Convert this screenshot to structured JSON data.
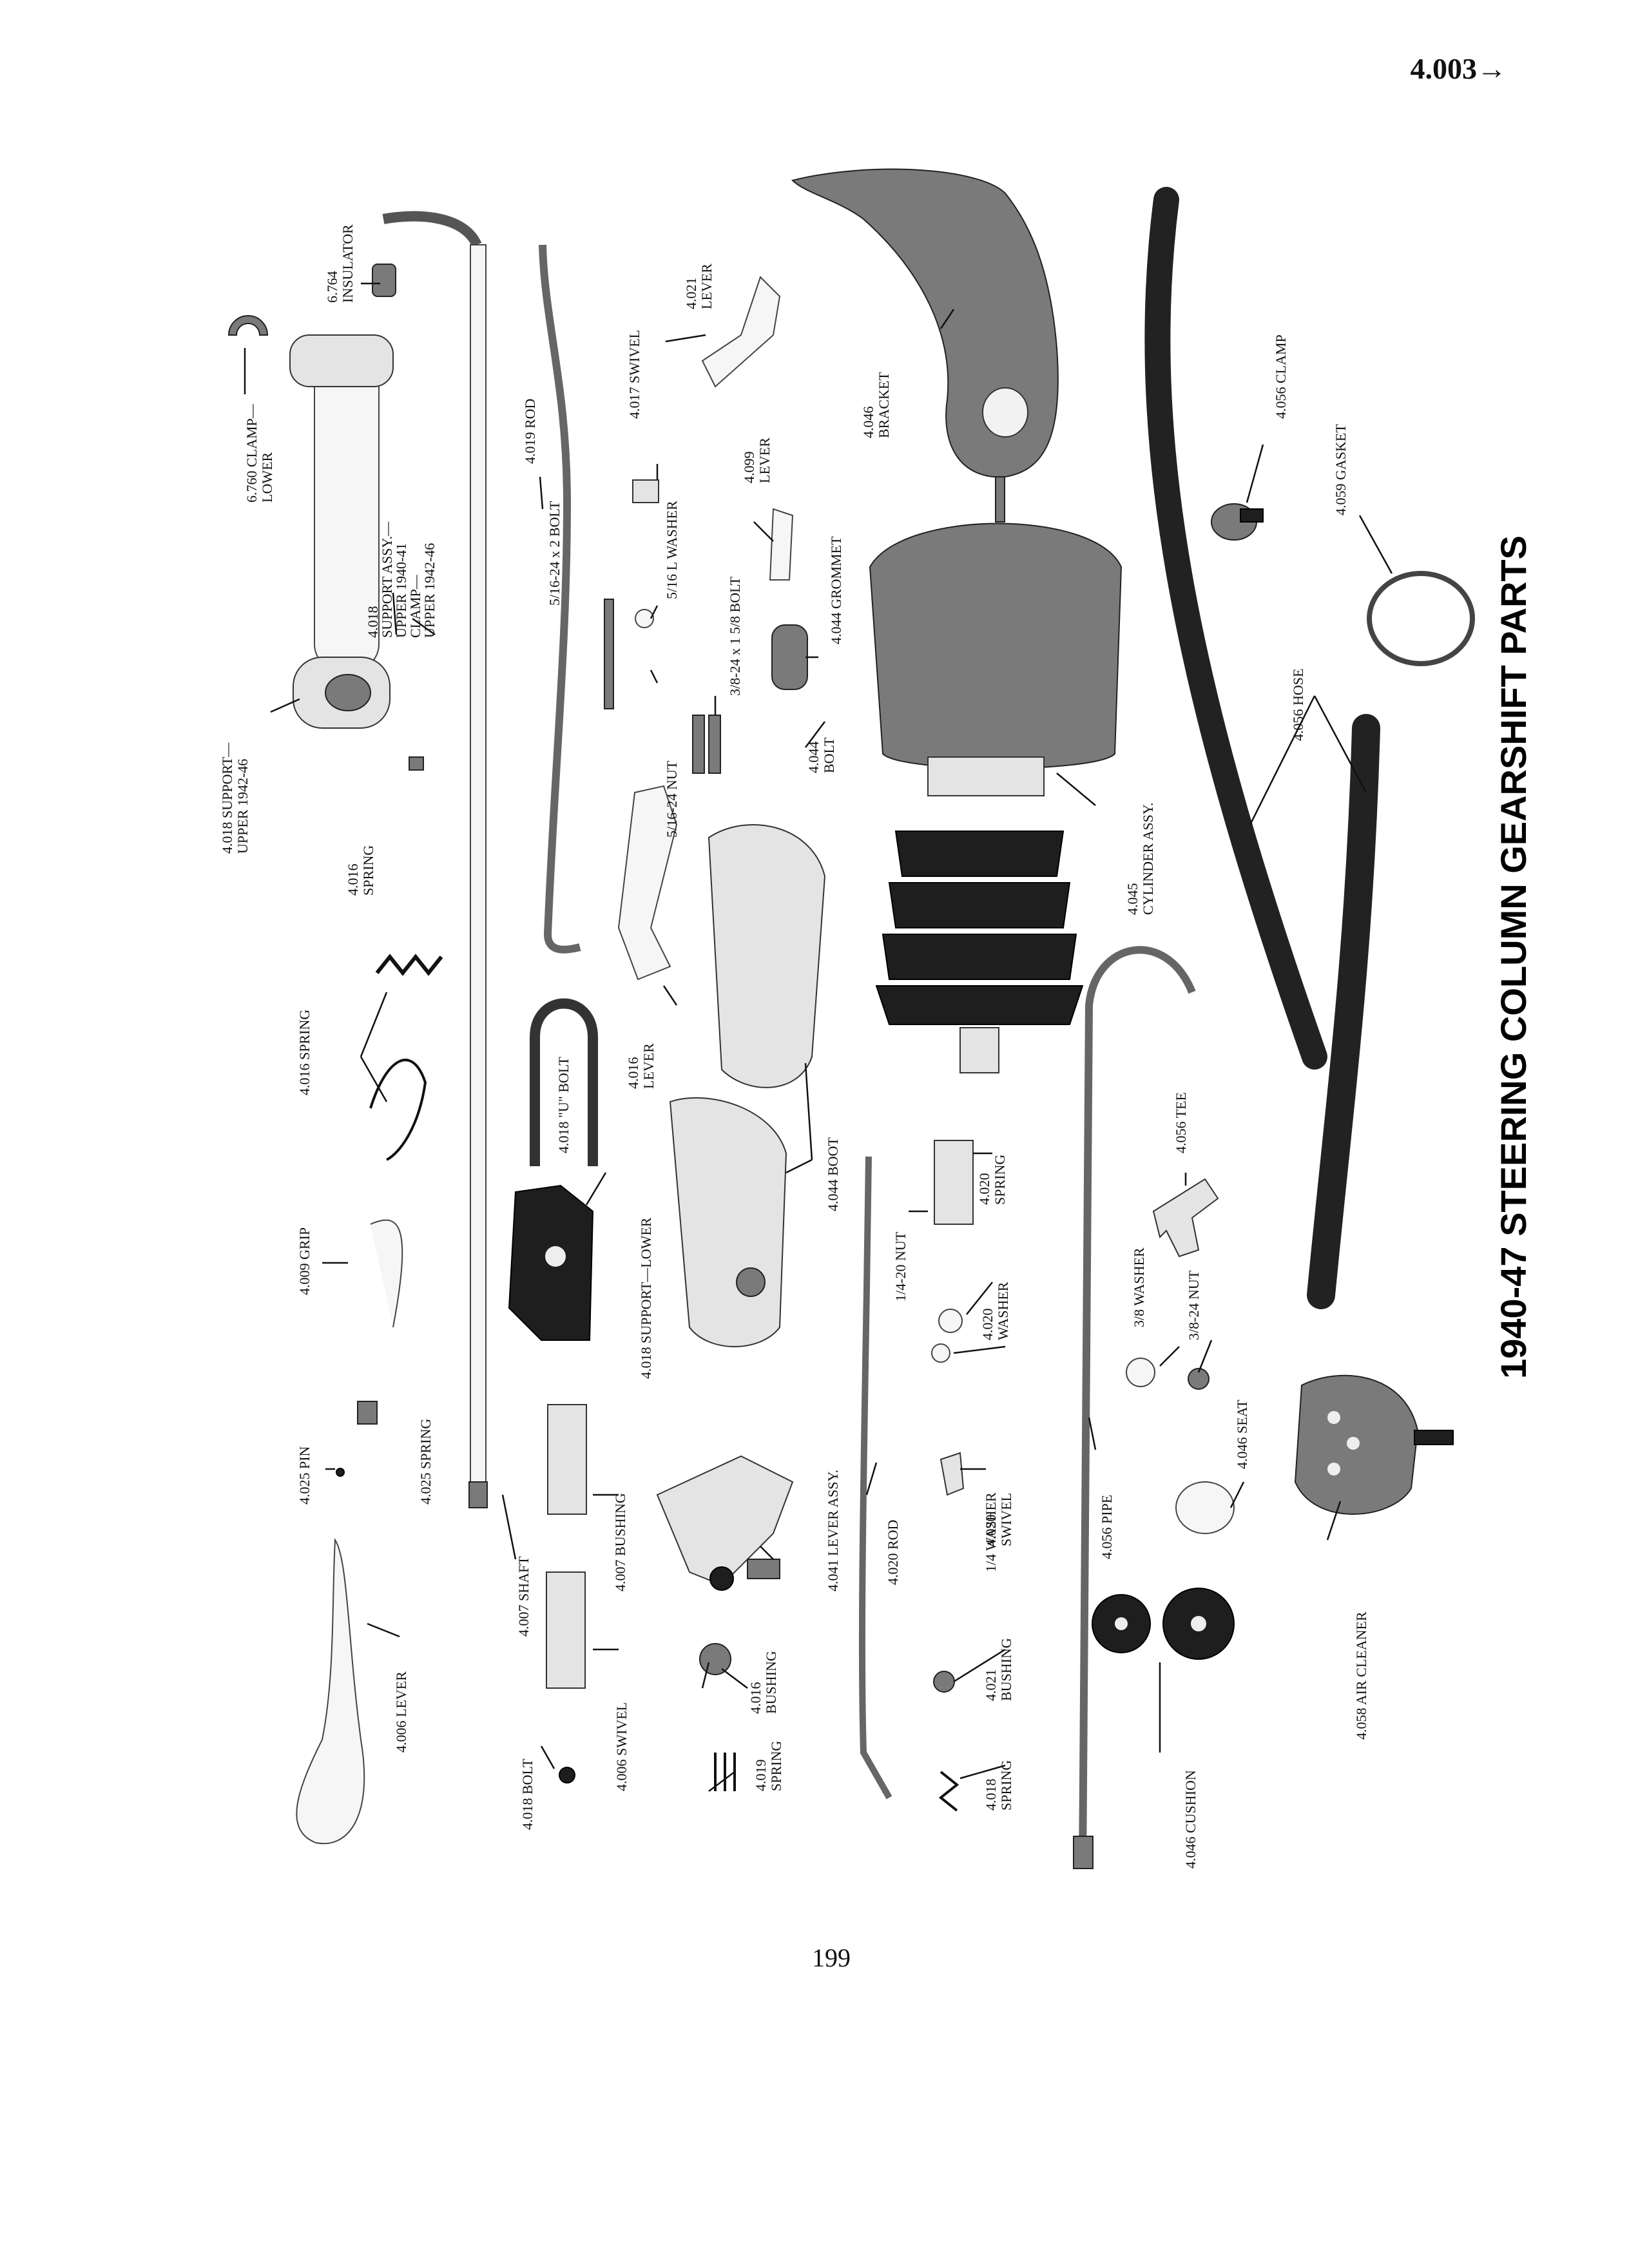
{
  "page": {
    "number_top": "4.003→",
    "number_bottom": "199"
  },
  "title": "1940-47 STEERING COLUMN GEARSHIFT PARTS",
  "labels": {
    "clamp_lower": [
      "6.760 CLAMP—",
      "LOWER"
    ],
    "insulator": [
      "6.764",
      "INSULATOR"
    ],
    "support_assy": [
      "4.018",
      "SUPPORT ASSY.—",
      "UPPER 1940-41",
      "CLAMP—",
      "UPPER 1942-46"
    ],
    "support_upper": [
      "4.018 SUPPORT—",
      "UPPER 1942-46"
    ],
    "spring_4016_top": [
      "4.016",
      "SPRING"
    ],
    "spring_4016": "4.016 SPRING",
    "grip": "4.009 GRIP",
    "pin": "4.025 PIN",
    "spring_4025": "4.025 SPRING",
    "lever_4006": "4.006 LEVER",
    "rod_4019": "4.019 ROD",
    "bolt_516_2": "5/16-24 x 2 BOLT",
    "shaft": "4.007 SHAFT",
    "u_bolt": "4.018 \"U\" BOLT",
    "support_lower": "4.018 SUPPORT—LOWER",
    "bushing_4007": "4.007 BUSHING",
    "swivel_4006": "4.006 SWIVEL",
    "bolt_4018": "4.018 BOLT",
    "spring_4019": [
      "4.019",
      "SPRING"
    ],
    "bushing_4016": [
      "4.016",
      "BUSHING"
    ],
    "lever_assy": "4.041 LEVER ASSY.",
    "lever_4021": [
      "4.021",
      "LEVER"
    ],
    "swivel_4017": "4.017 SWIVEL",
    "washer_516": "5/16 L WASHER",
    "nut_516": "5/16-24 NUT",
    "bolt_38": "3/8-24 x 1 5/8 BOLT",
    "lever_4016": [
      "4.016",
      "LEVER"
    ],
    "lever_4099": [
      "4.099",
      "LEVER"
    ],
    "grommet": "4.044 GROMMET",
    "bolt_4044": [
      "4.044",
      "BOLT"
    ],
    "boot": "4.044 BOOT",
    "rod_4020": "4.020 ROD",
    "nut_14": "1/4-20 NUT",
    "spring_4020": [
      "4.020",
      "SPRING"
    ],
    "washer_4020": [
      "4.020",
      "WASHER"
    ],
    "washer_14": "1/4 WASHER",
    "swivel_4020": [
      "4.020",
      "SWIVEL"
    ],
    "bushing_4021": [
      "4.021",
      "BUSHING"
    ],
    "spring_4018": [
      "4.018",
      "SPRING"
    ],
    "bracket": [
      "4.046",
      "BRACKET"
    ],
    "cylinder": [
      "4.045",
      "CYLINDER ASSY."
    ],
    "tee": "4.056 TEE",
    "washer_38": "3/8 WASHER",
    "nut_38": "3/8-24 NUT",
    "pipe": "4.056 PIPE",
    "seat": "4.046 SEAT",
    "cushion": "4.046 CUSHION",
    "clamp_4056": "4.056 CLAMP",
    "gasket": "4.059 GASKET",
    "hose": "4.056 HOSE",
    "air_cleaner": "4.058 AIR CLEANER"
  }
}
